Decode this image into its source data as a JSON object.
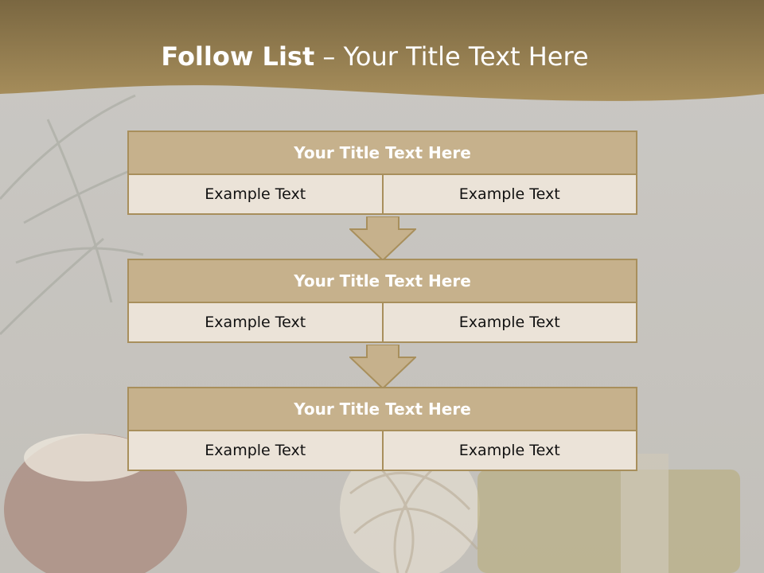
{
  "title": {
    "bold": "Follow List",
    "rest": " – Your Title Text Here"
  },
  "blocks": [
    {
      "title": "Your Title Text Here",
      "left": "Example Text",
      "right": "Example Text"
    },
    {
      "title": "Your Title Text Here",
      "left": "Example Text",
      "right": "Example Text"
    },
    {
      "title": "Your Title Text Here",
      "left": "Example Text",
      "right": "Example Text"
    }
  ],
  "colors": {
    "banner": "#9a8659",
    "header_fill": "#c6b18c",
    "cell_fill": "#ebe3d8",
    "border": "#a88f5c"
  }
}
